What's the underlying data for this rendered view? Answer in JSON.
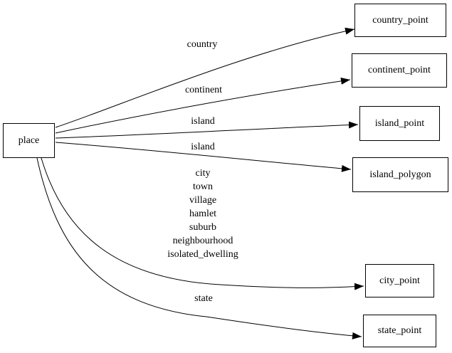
{
  "diagram": {
    "type": "directed-graph",
    "colors": {
      "background": "#ffffff",
      "node_border": "#000000",
      "edge": "#000000",
      "text": "#000000"
    },
    "nodes": [
      {
        "id": "place",
        "label": "place"
      },
      {
        "id": "country_point",
        "label": "country_point"
      },
      {
        "id": "continent_point",
        "label": "continent_point"
      },
      {
        "id": "island_point",
        "label": "island_point"
      },
      {
        "id": "island_polygon",
        "label": "island_polygon"
      },
      {
        "id": "city_point",
        "label": "city_point"
      },
      {
        "id": "state_point",
        "label": "state_point"
      }
    ],
    "edges": [
      {
        "from": "place",
        "to": "country_point",
        "label": "country"
      },
      {
        "from": "place",
        "to": "continent_point",
        "label": "continent"
      },
      {
        "from": "place",
        "to": "island_point",
        "label": "island"
      },
      {
        "from": "place",
        "to": "island_polygon",
        "label": "island"
      },
      {
        "from": "place",
        "to": "city_point",
        "lines": [
          "city",
          "town",
          "village",
          "hamlet",
          "suburb",
          "neighbourhood",
          "isolated_dwelling"
        ]
      },
      {
        "from": "place",
        "to": "state_point",
        "label": "state"
      }
    ]
  }
}
